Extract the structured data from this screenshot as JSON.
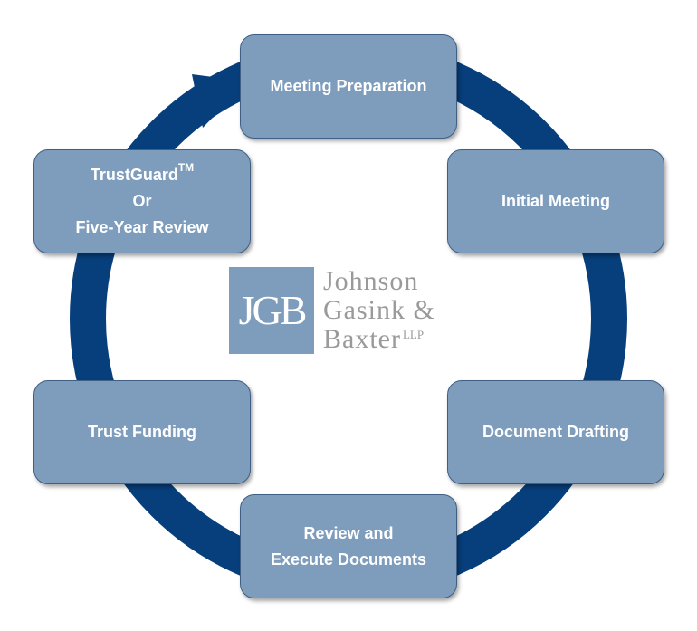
{
  "colors": {
    "ring": "#073f7c",
    "box_fill": "#7e9dbd",
    "box_border": "#3f5f84",
    "box_text": "#ffffff",
    "logo_mark": "#7e9dbd",
    "logo_text": "#9a9a9a"
  },
  "steps": {
    "meeting_preparation": "Meeting Preparation",
    "initial_meeting": "Initial Meeting",
    "document_drafting": "Document Drafting",
    "review_execute_line1": "Review and",
    "review_execute_line2": "Execute Documents",
    "trust_funding": "Trust Funding",
    "trustguard_line1": "TrustGuard",
    "trustguard_tm": "TM",
    "trustguard_line2": "Or",
    "trustguard_line3": "Five-Year Review"
  },
  "logo": {
    "monogram": "JGB",
    "line1": "Johnson",
    "line2": "Gasink &",
    "line3": "Baxter",
    "suffix": "LLP"
  }
}
